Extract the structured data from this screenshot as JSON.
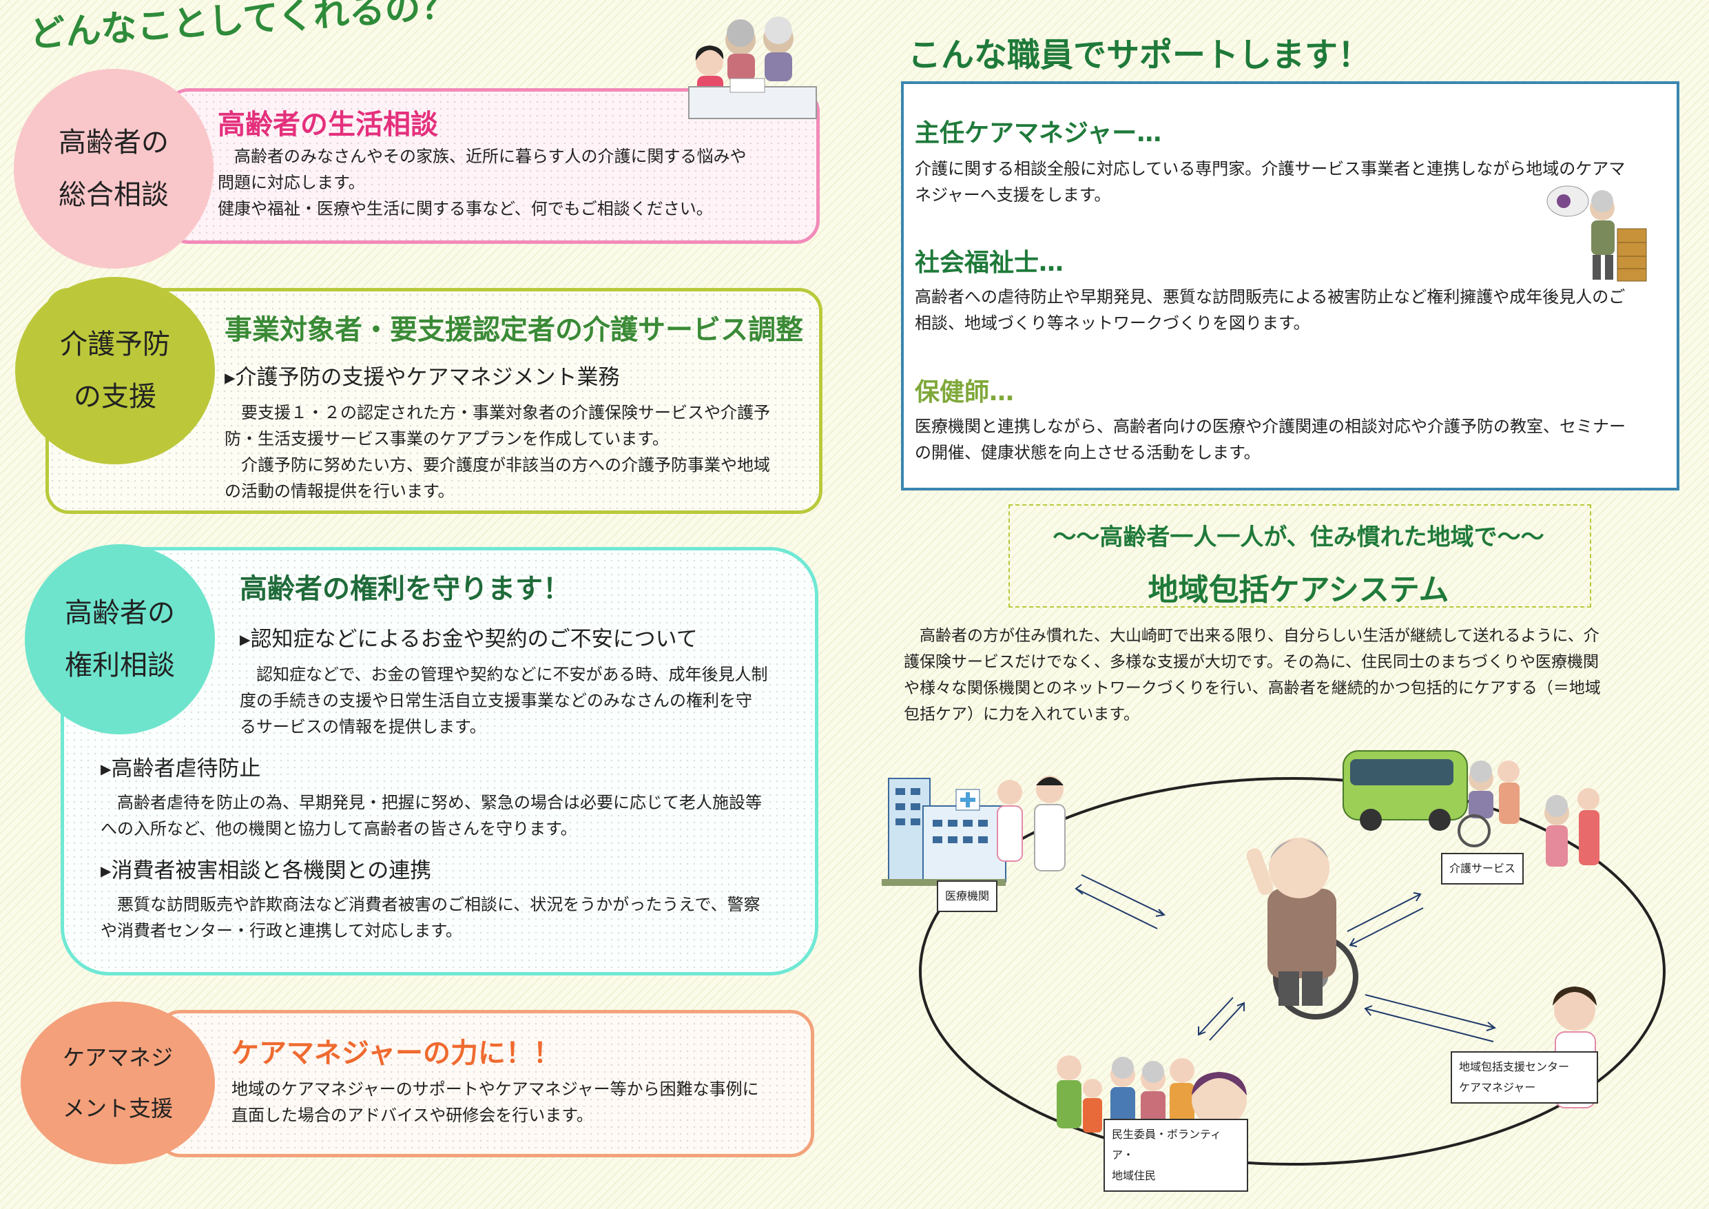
{
  "left": {
    "heading": "どんなことしてくれるの？",
    "cards": [
      {
        "circle_l1": "高齢者の",
        "circle_l2": "総合相談",
        "title": "高齢者の生活相談",
        "p1": "　高齢者のみなさんやその家族、近所に暮らす人の介護に関する悩みや",
        "p2": "問題に対応します。",
        "p3": "健康や福祉・医療や生活に関する事など、何でもご相談ください。"
      },
      {
        "circle_l1": "介護予防",
        "circle_l2": "の支援",
        "title": "事業対象者・要支援認定者の介護サービス調整",
        "bullet": "▸介護予防の支援やケアマネジメント業務",
        "p1": "　要支援１・２の認定された方・事業対象者の介護保険サービスや介護予",
        "p2": "防・生活支援サービス事業のケアプランを作成しています。",
        "p3": "　介護予防に努めたい方、要介護度が非該当の方への介護予防事業や地域",
        "p4": "の活動の情報提供を行います。"
      },
      {
        "circle_l1": "高齢者の",
        "circle_l2": "権利相談",
        "title": "高齢者の権利を守ります！",
        "b1": "▸認知症などによるお金や契約のご不安について",
        "b1p1": "　認知症などで、お金の管理や契約などに不安がある時、成年後見人制",
        "b1p2": "度の手続きの支援や日常生活自立支援事業などのみなさんの権利を守",
        "b1p3": "るサービスの情報を提供します。",
        "b2": "▸高齢者虐待防止",
        "b2p1": "　高齢者虐待を防止の為、早期発見・把握に努め、緊急の場合は必要に応じて老人施設等",
        "b2p2": "への入所など、他の機関と協力して高齢者の皆さんを守ります。",
        "b3": "▸消費者被害相談と各機関との連携",
        "b3p1": "　悪質な訪問販売や詐欺商法など消費者被害のご相談に、状況をうかがったうえで、警察",
        "b3p2": "や消費者センター・行政と連携して対応します。"
      },
      {
        "circle_l1": "ケアマネジ",
        "circle_l2": "メント支援",
        "title": "ケアマネジャーの力に！！",
        "p1": "地域のケアマネジャーのサポートやケアマネジャー等から困難な事例に",
        "p2": "直面した場合のアドバイスや研修会を行います。"
      }
    ]
  },
  "right": {
    "heading": "こんな職員でサポートします！",
    "staff": [
      {
        "title": "主任ケアマネジャー…",
        "l1": "介護に関する相談全般に対応している専門家。介護サービス事業者と連携しながら地域のケアマ",
        "l2": "ネジャーへ支援をします。"
      },
      {
        "title": "社会福祉士…",
        "l1": "高齢者への虐待防止や早期発見、悪質な訪問販売による被害防止など権利擁護や成年後見人のご",
        "l2": "相談、地域づくり等ネットワークづくりを図ります。"
      },
      {
        "title": "保健師…",
        "l1": "医療機関と連携しながら、高齢者向けの医療や介護関連の相談対応や介護予防の教室、セミナー",
        "l2": "の開催、健康状態を向上させる活動をします。"
      }
    ],
    "system_sub": "～～高齢者一人一人が、住み慣れた地域で～～",
    "system_title": "地域包括ケアシステム",
    "system_p1": "　高齢者の方が住み慣れた、大山崎町で出来る限り、自分らしい生活が継続して送れるように、介",
    "system_p2": "護保険サービスだけでなく、多様な支援が大切です。その為に、住民同士のまちづくりや医療機関",
    "system_p3": "や様々な関係機関とのネットワークづくりを行い、高齢者を継続的かつ包括的にケアする（＝地域",
    "system_p4": "包括ケア）に力を入れています。",
    "labels": {
      "medical": "医療機関",
      "care": "介護サービス",
      "center_l1": "地域包括支援センター",
      "center_l2": "ケアマネジャー",
      "community_l1": "民生委員・ボランティア・",
      "community_l2": "地域住民"
    }
  },
  "colors": {
    "pink": "#f28ab8",
    "pink_circle": "#f9c7ca",
    "pink_title": "#e4307c",
    "green": "#b9c93b",
    "green_circle": "#bcc83a",
    "teal": "#6fe8d4",
    "teal_circle": "#6ee4cd",
    "orange": "#f2a27a",
    "orange_circle": "#f4a07a",
    "orange_title": "#ef6a2f",
    "dark_green": "#1f7a3a",
    "blue_border": "#3a86b0",
    "staff_title": "#2c9a4c"
  }
}
